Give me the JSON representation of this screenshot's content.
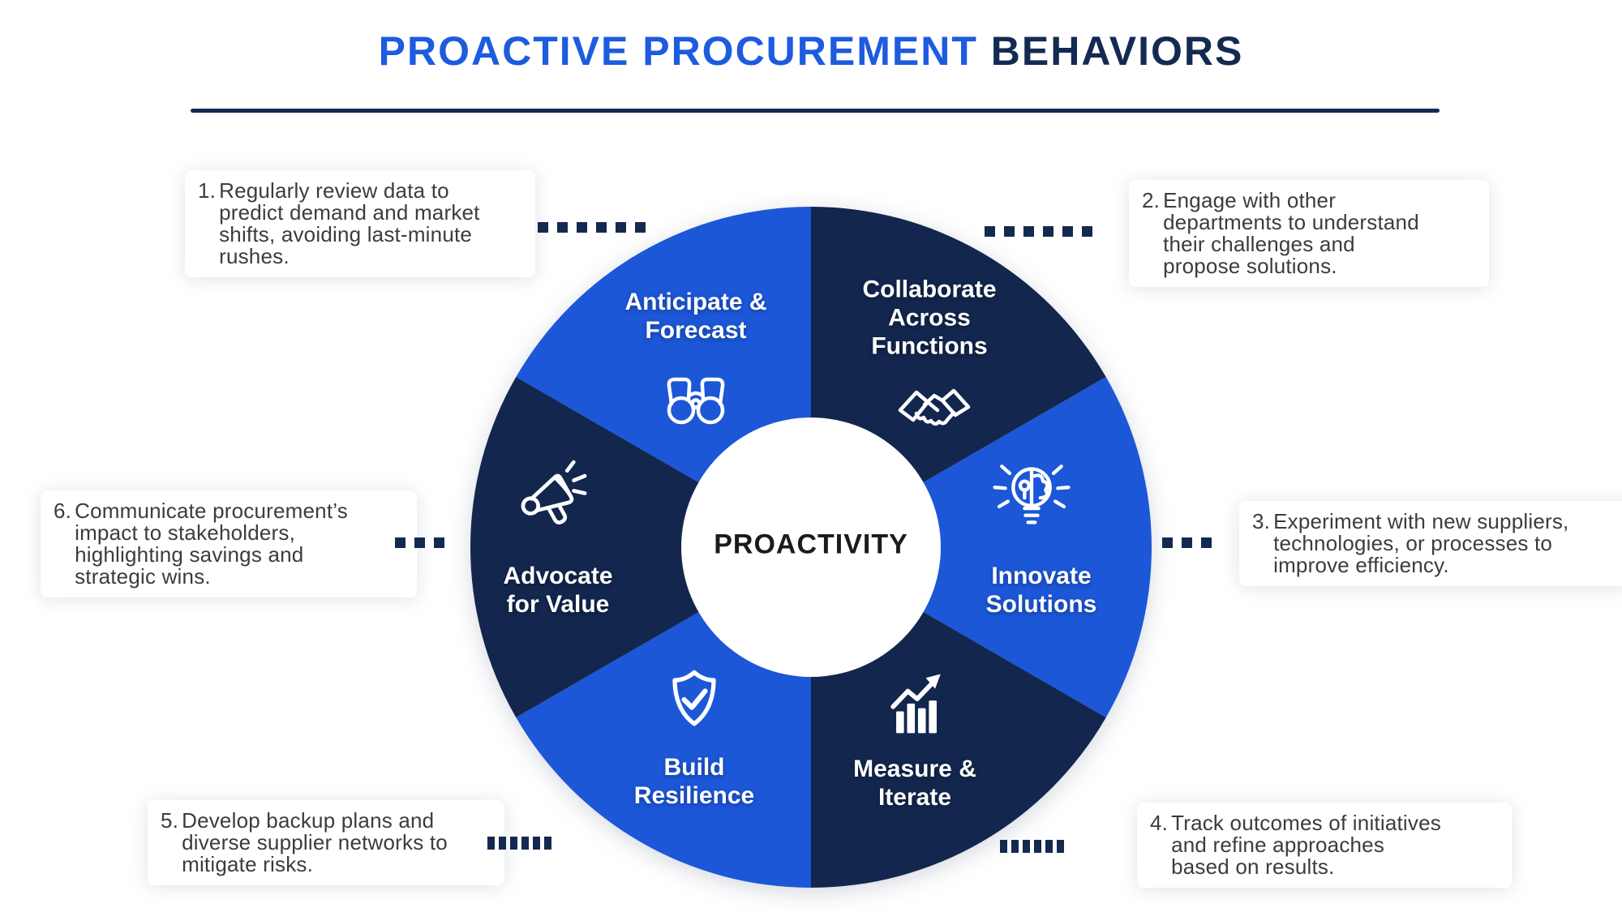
{
  "title": {
    "highlight": "PROACTIVE PROCUREMENT ",
    "rest": "BEHAVIORS"
  },
  "center": {
    "label": "PROACTIVITY"
  },
  "colors": {
    "blue": "#1C57D8",
    "navy": "#13264E",
    "title_blue": "#1D5BDF",
    "title_navy": "#152A52",
    "divider": "#152A52",
    "dot": "#14294F",
    "body_text": "#3C3C3C",
    "center_text": "#1B1B1B"
  },
  "segments": [
    {
      "name": "anticipate-forecast",
      "label_lines": [
        "Anticipate &",
        "Forecast"
      ],
      "icon": "binoculars-icon",
      "color": "blue"
    },
    {
      "name": "collaborate-across-functions",
      "label_lines": [
        "Collaborate",
        "Across",
        "Functions"
      ],
      "icon": "handshake-icon",
      "color": "navy"
    },
    {
      "name": "innovate-solutions",
      "label_lines": [
        "Innovate",
        "Solutions"
      ],
      "icon": "lightbulb-brain-icon",
      "color": "blue"
    },
    {
      "name": "measure-iterate",
      "label_lines": [
        "Measure &",
        "Iterate"
      ],
      "icon": "growth-chart-icon",
      "color": "navy"
    },
    {
      "name": "build-resilience",
      "label_lines": [
        "Build",
        "Resilience"
      ],
      "icon": "shield-check-icon",
      "color": "blue"
    },
    {
      "name": "advocate-for-value",
      "label_lines": [
        "Advocate",
        "for Value"
      ],
      "icon": "megaphone-icon",
      "color": "navy"
    }
  ],
  "annotations": [
    {
      "num": "1.",
      "lines": [
        "Regularly review data to",
        "predict demand and market",
        "shifts, avoiding last-minute",
        "rushes."
      ]
    },
    {
      "num": "2.",
      "lines": [
        "Engage with other",
        "departments to understand",
        "their challenges and",
        "propose solutions."
      ]
    },
    {
      "num": "3.",
      "lines": [
        "Experiment with new suppliers,",
        "technologies, or processes to",
        "improve efficiency."
      ]
    },
    {
      "num": "4.",
      "lines": [
        "Track outcomes of initiatives",
        "and refine approaches",
        "based on results."
      ]
    },
    {
      "num": "5.",
      "lines": [
        "Develop backup plans and",
        "diverse supplier networks to",
        "mitigate risks."
      ]
    },
    {
      "num": "6.",
      "lines": [
        "Communicate procurement’s",
        "impact to stakeholders,",
        "highlighting savings and",
        "strategic wins."
      ]
    }
  ]
}
